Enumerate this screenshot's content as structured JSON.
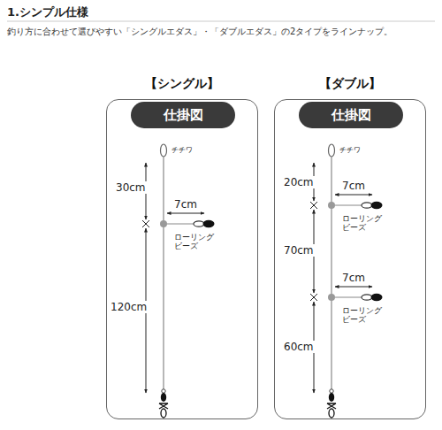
{
  "diagram": {
    "title": "1.シンプル仕様",
    "nodes": [
      {
        "text": [
          "【シングル】"
        ]
      },
      {
        "text": [
          "仕掛図"
        ],
        "in": 0
      },
      {
        "text": [
          "【ダブル】"
        ]
      },
      {
        "text": [
          "仕掛図"
        ],
        "in": 2
      }
    ],
    "labels": [
      "釣り方に合わせて選びやすい「シングルエダス」・「ダブルエダス」の2タイプをラインナップ。",
      "チチワ",
      "30cm",
      "7cm",
      "ローリング ビーズ",
      "120cm",
      "チチワ",
      "20cm",
      "7cm",
      "ローリング ビーズ",
      "70cm",
      "7cm",
      "ローリング ビーズ",
      "60cm"
    ]
  }
}
